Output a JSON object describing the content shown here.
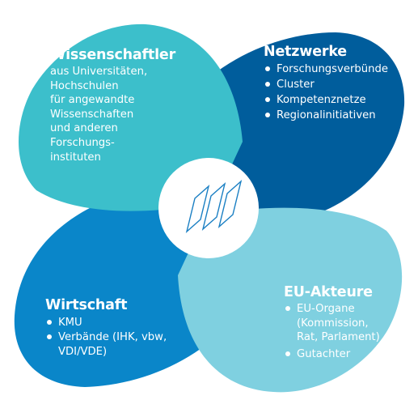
{
  "colors": {
    "petal_top_left": "#3cbfcb",
    "petal_top_right": "#005d9c",
    "petal_bottom_left": "#0a86c9",
    "petal_bottom_right": "#7fd0e0",
    "center": "#ffffff",
    "logo_stroke": "#1a7fc3"
  },
  "center_icon": "stacked-pages-icon",
  "blocks": {
    "scientists": {
      "title": "Wissenschaftler",
      "lines": [
        "aus Universitäten,",
        "Hochschulen",
        "für angewandte",
        "Wissenschaften",
        "und anderen",
        "Forschungs-",
        "instituten"
      ]
    },
    "networks": {
      "title": "Netzwerke",
      "items": [
        "Forschungsverbünde",
        "Cluster",
        "Kompetenznetze",
        "Regionalinitiativen"
      ]
    },
    "economy": {
      "title": "Wirtschaft",
      "items": [
        {
          "lines": [
            "KMU"
          ]
        },
        {
          "lines": [
            "Verbände (IHK, vbw,",
            "VDI/VDE)"
          ]
        }
      ]
    },
    "eu": {
      "title": "EU-Akteure",
      "items": [
        {
          "lines": [
            "EU-Organe",
            "(Kommission,",
            "Rat, Parlament)"
          ]
        },
        {
          "lines": [
            "Gutachter"
          ]
        }
      ]
    }
  }
}
